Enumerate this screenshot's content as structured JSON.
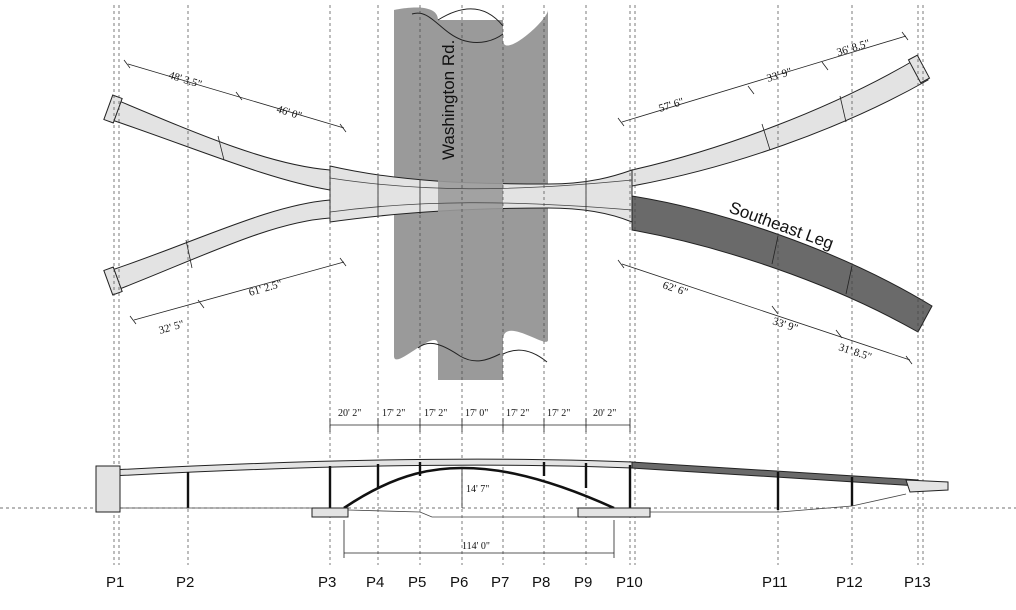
{
  "road": {
    "name": "Washington Rd."
  },
  "leg": {
    "name": "Southeast Leg"
  },
  "colors": {
    "deck": "#e3e3e3",
    "highlight": "#6a6a6a",
    "road": "#9a9a9a",
    "line": "#222222"
  },
  "plan_dims": {
    "nw1": "48' 3.5\"",
    "nw2": "46' 0\"",
    "sw1": "32' 5\"",
    "sw2": "61' 2.5\"",
    "ne1": "57' 6\"",
    "ne2": "33' 9\"",
    "ne3": "36' 8.5\"",
    "se1": "62' 6\"",
    "se2": "33' 9\"",
    "se3": "31' 8.5\""
  },
  "span_dims": [
    "20' 2\"",
    "17' 2\"",
    "17' 2\"",
    "17' 0\"",
    "17' 2\"",
    "17' 2\"",
    "20' 2\""
  ],
  "arch_rise": "14' 7\"",
  "arch_span": "114' 0\"",
  "piers": [
    "P1",
    "P2",
    "P3",
    "P4",
    "P5",
    "P6",
    "P7",
    "P8",
    "P9",
    "P10",
    "P11",
    "P12",
    "P13"
  ]
}
